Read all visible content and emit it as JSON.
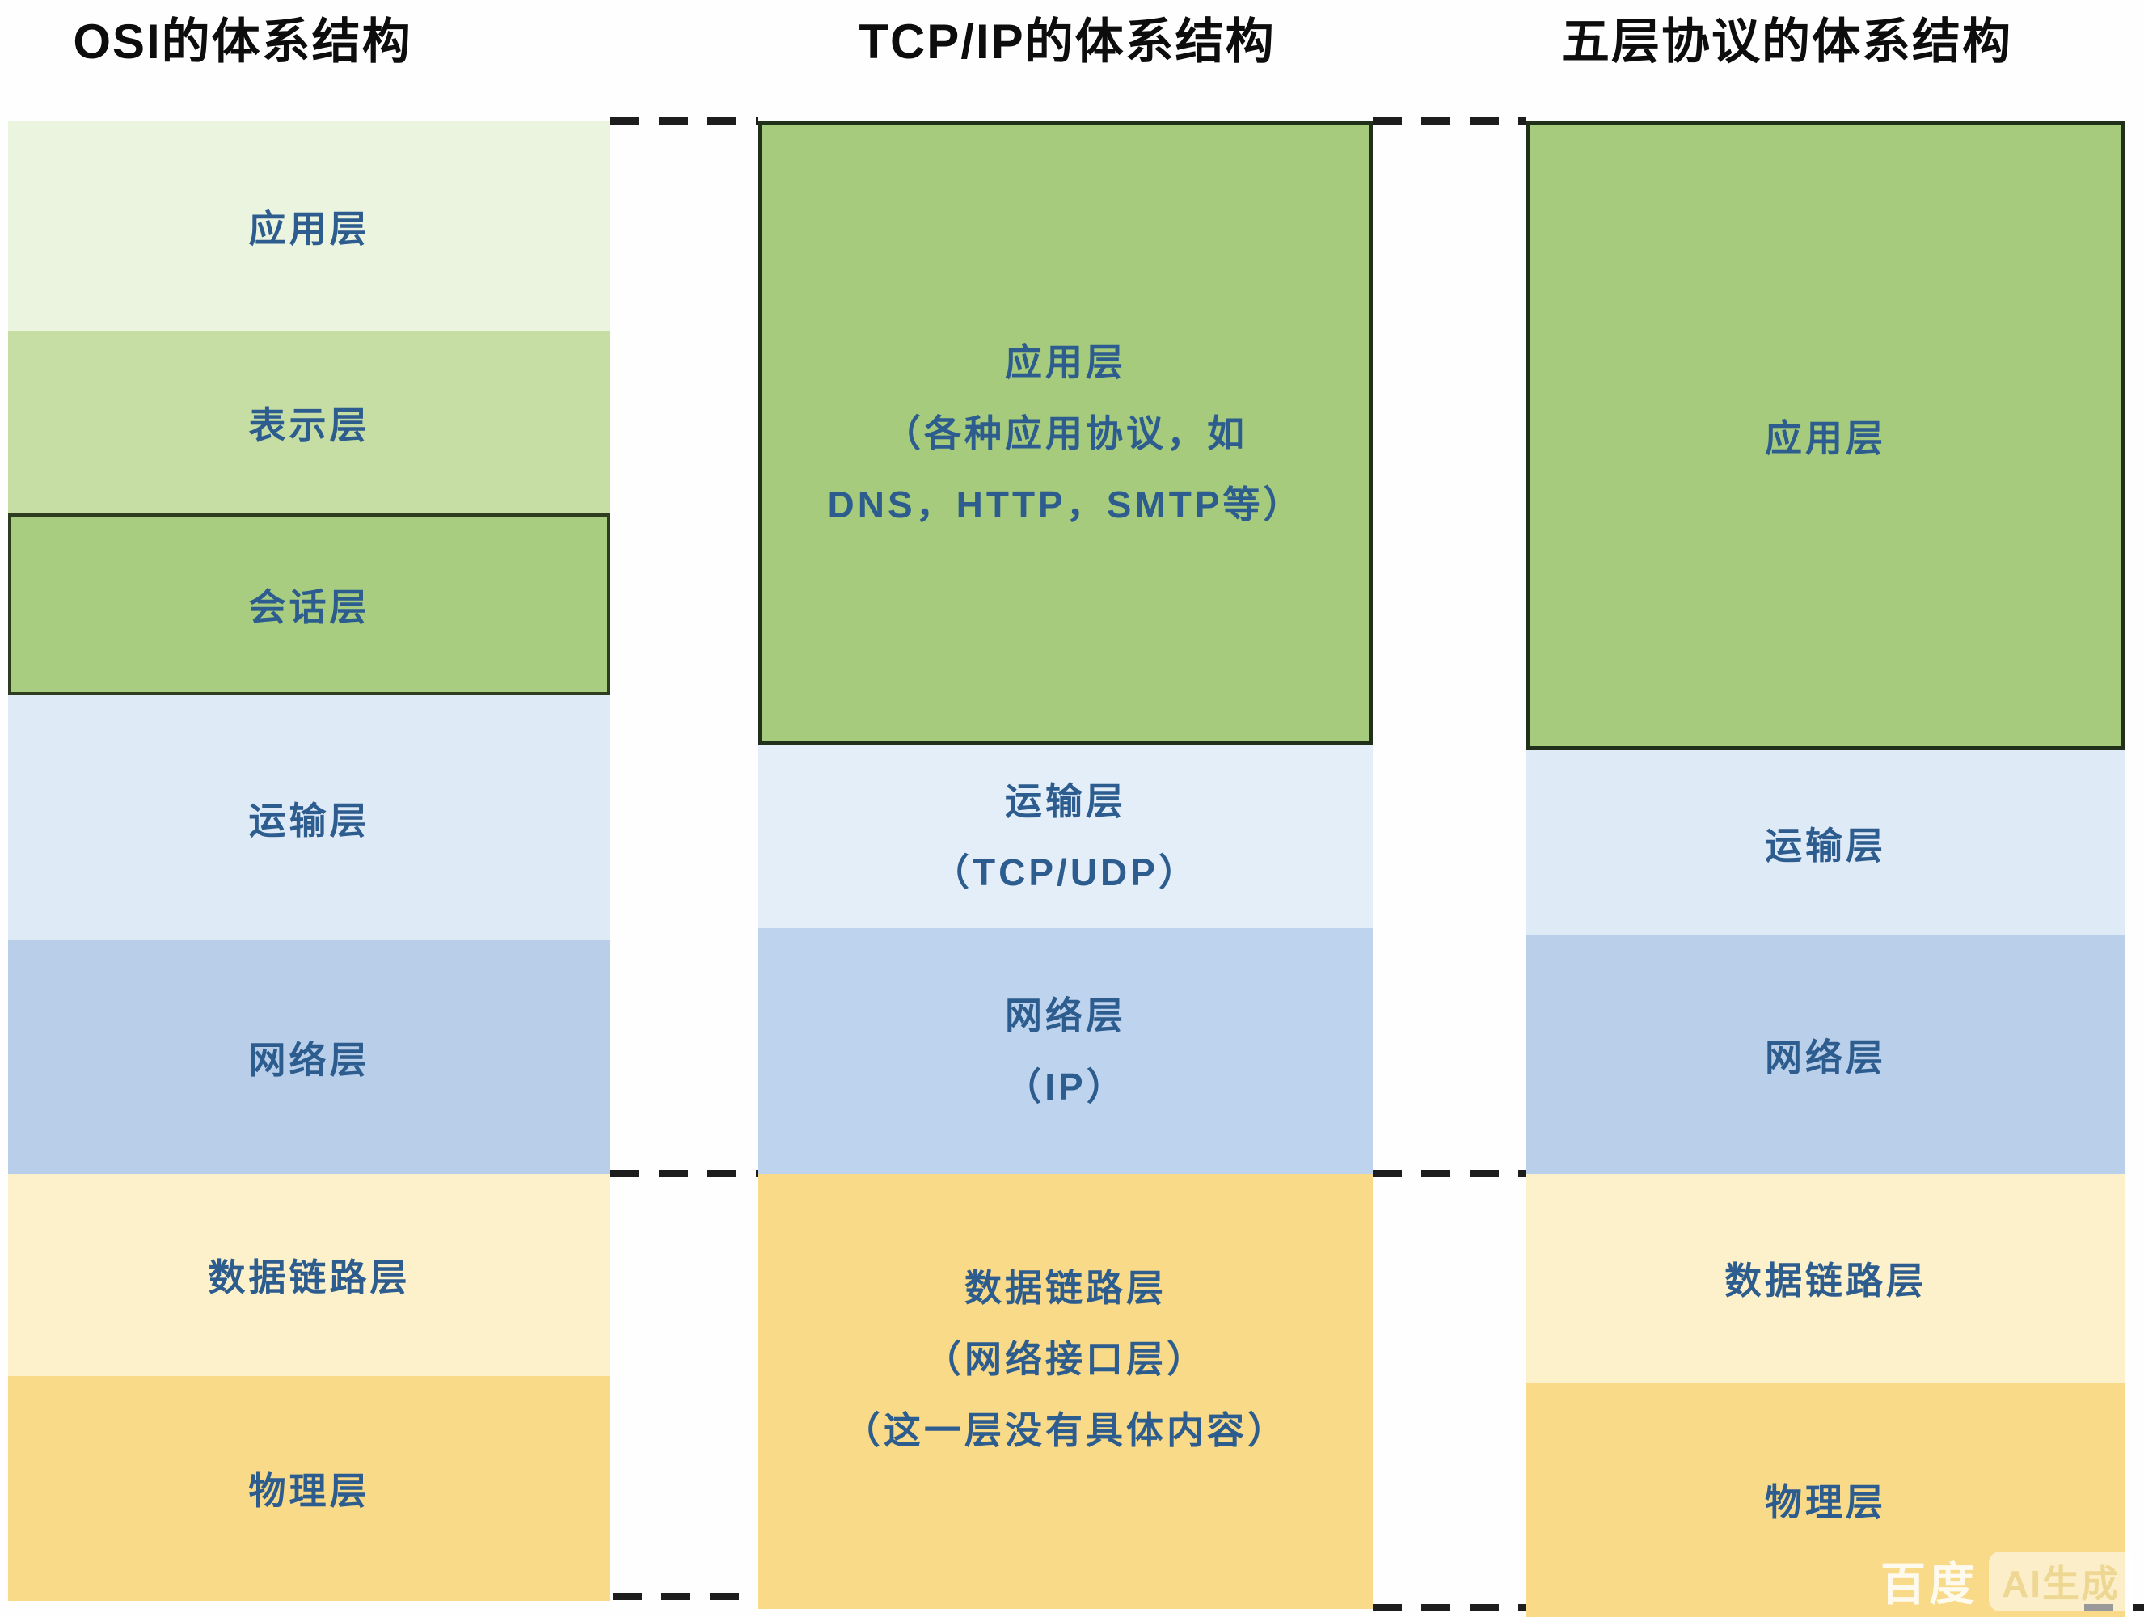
{
  "titles": {
    "osi": "OSI的体系结构",
    "tcpip": "TCP/IP的体系结构",
    "five": "五层协议的体系结构"
  },
  "osi_layers": [
    {
      "label": "应用层"
    },
    {
      "label": "表示层"
    },
    {
      "label": "会话层"
    },
    {
      "label": "运输层"
    },
    {
      "label": "网络层"
    },
    {
      "label": "数据链路层"
    },
    {
      "label": "物理层"
    }
  ],
  "tcpip_layers": [
    {
      "line1": "应用层",
      "line2": "（各种应用协议，如",
      "line3": "DNS，HTTP，SMTP等）"
    },
    {
      "line1": "运输层",
      "line2": "（TCP/UDP）"
    },
    {
      "line1": "网络层",
      "line2": "（IP）"
    },
    {
      "line1": "数据链路层",
      "line2": "（网络接口层）",
      "line3": "（这一层没有具体内容）"
    }
  ],
  "five_layers": [
    {
      "label": "应用层"
    },
    {
      "label": "运输层"
    },
    {
      "label": "网络层"
    },
    {
      "label": "数据链路层"
    },
    {
      "label": "物理层"
    }
  ],
  "watermark": {
    "brand": "百度",
    "badge": "AI生成"
  },
  "colors": {
    "app_pale_green": "#ebf4df",
    "presentation_green": "#c6dda3",
    "session_green": "#a9cd80",
    "box_green": "#a6cb7d",
    "transport_light_blue": "#e1ecf8",
    "network_blue": "#bbd1eb",
    "datalink_cream": "#fcf1ca",
    "physical_yellow": "#f8da88",
    "label_text_blue": "#2d5c8e",
    "green_box_border": "#20301a",
    "dash_black": "#1d1d1d"
  }
}
